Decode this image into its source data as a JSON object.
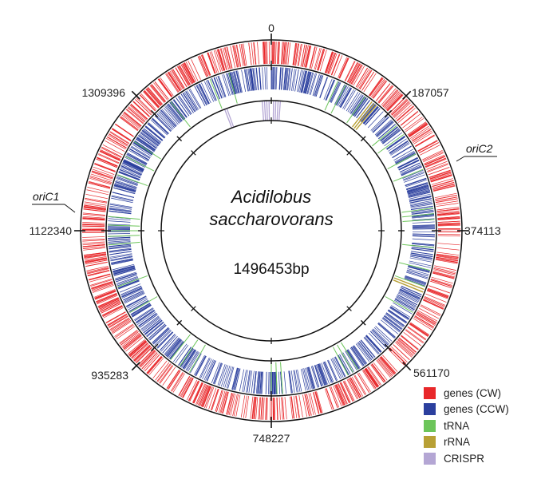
{
  "genome": {
    "organism_line1": "Acidilobus",
    "organism_line2": "saccharovorans",
    "size_label": "1496453bp"
  },
  "ticks": [
    "0",
    "187057",
    "374113",
    "561170",
    "748227",
    "935283",
    "1122340",
    "1309396"
  ],
  "origins": [
    {
      "label": "oriC1"
    },
    {
      "label": "oriC2"
    }
  ],
  "legend": [
    {
      "label": "genes (CW)",
      "color": "#e8272a"
    },
    {
      "label": "genes (CCW)",
      "color": "#2b3f9e"
    },
    {
      "label": "tRNA",
      "color": "#6cc55a"
    },
    {
      "label": "rRNA",
      "color": "#b8a035"
    },
    {
      "label": "CRISPR",
      "color": "#b4a6d4"
    }
  ]
}
